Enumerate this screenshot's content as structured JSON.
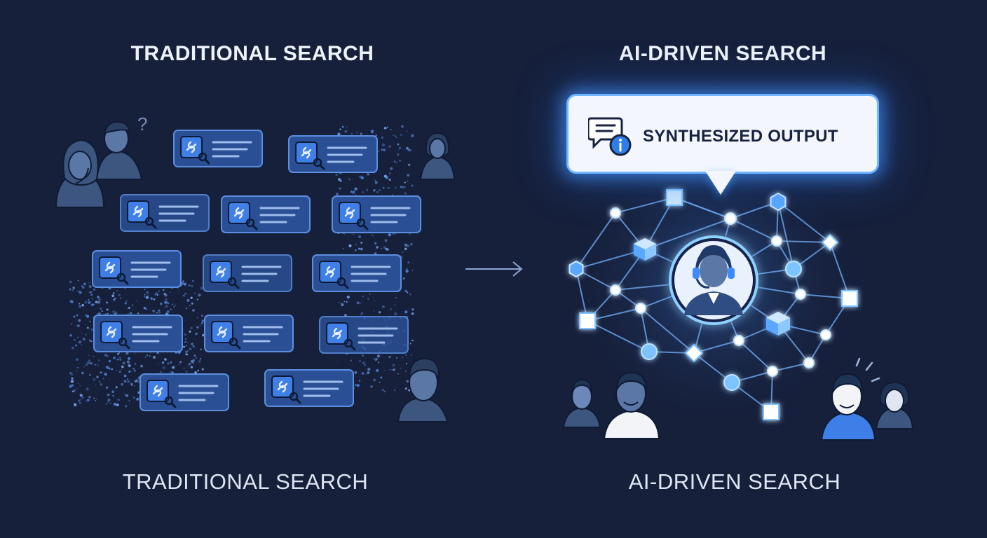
{
  "left_panel": {
    "heading": "TRADITIONAL SEARCH",
    "footer": "TRADITIONAL SEARCH",
    "confusion_mark": "?"
  },
  "right_panel": {
    "heading": "AI-DRIVEN SEARCH",
    "footer": "AI-DRIVEN SEARCH",
    "output_label": "SYNTHESIZED OUTPUT"
  },
  "icons": {
    "result": "link-search-icon",
    "output": "chat-info-icon",
    "center": "support-agent-icon",
    "flow": "arrow-right-icon"
  },
  "colors": {
    "background": "#16203b",
    "card": "#2b4f94",
    "card_border": "#5c8fe0",
    "node_glow": "#7cc4ff",
    "heading_text": "#eef2fa"
  }
}
